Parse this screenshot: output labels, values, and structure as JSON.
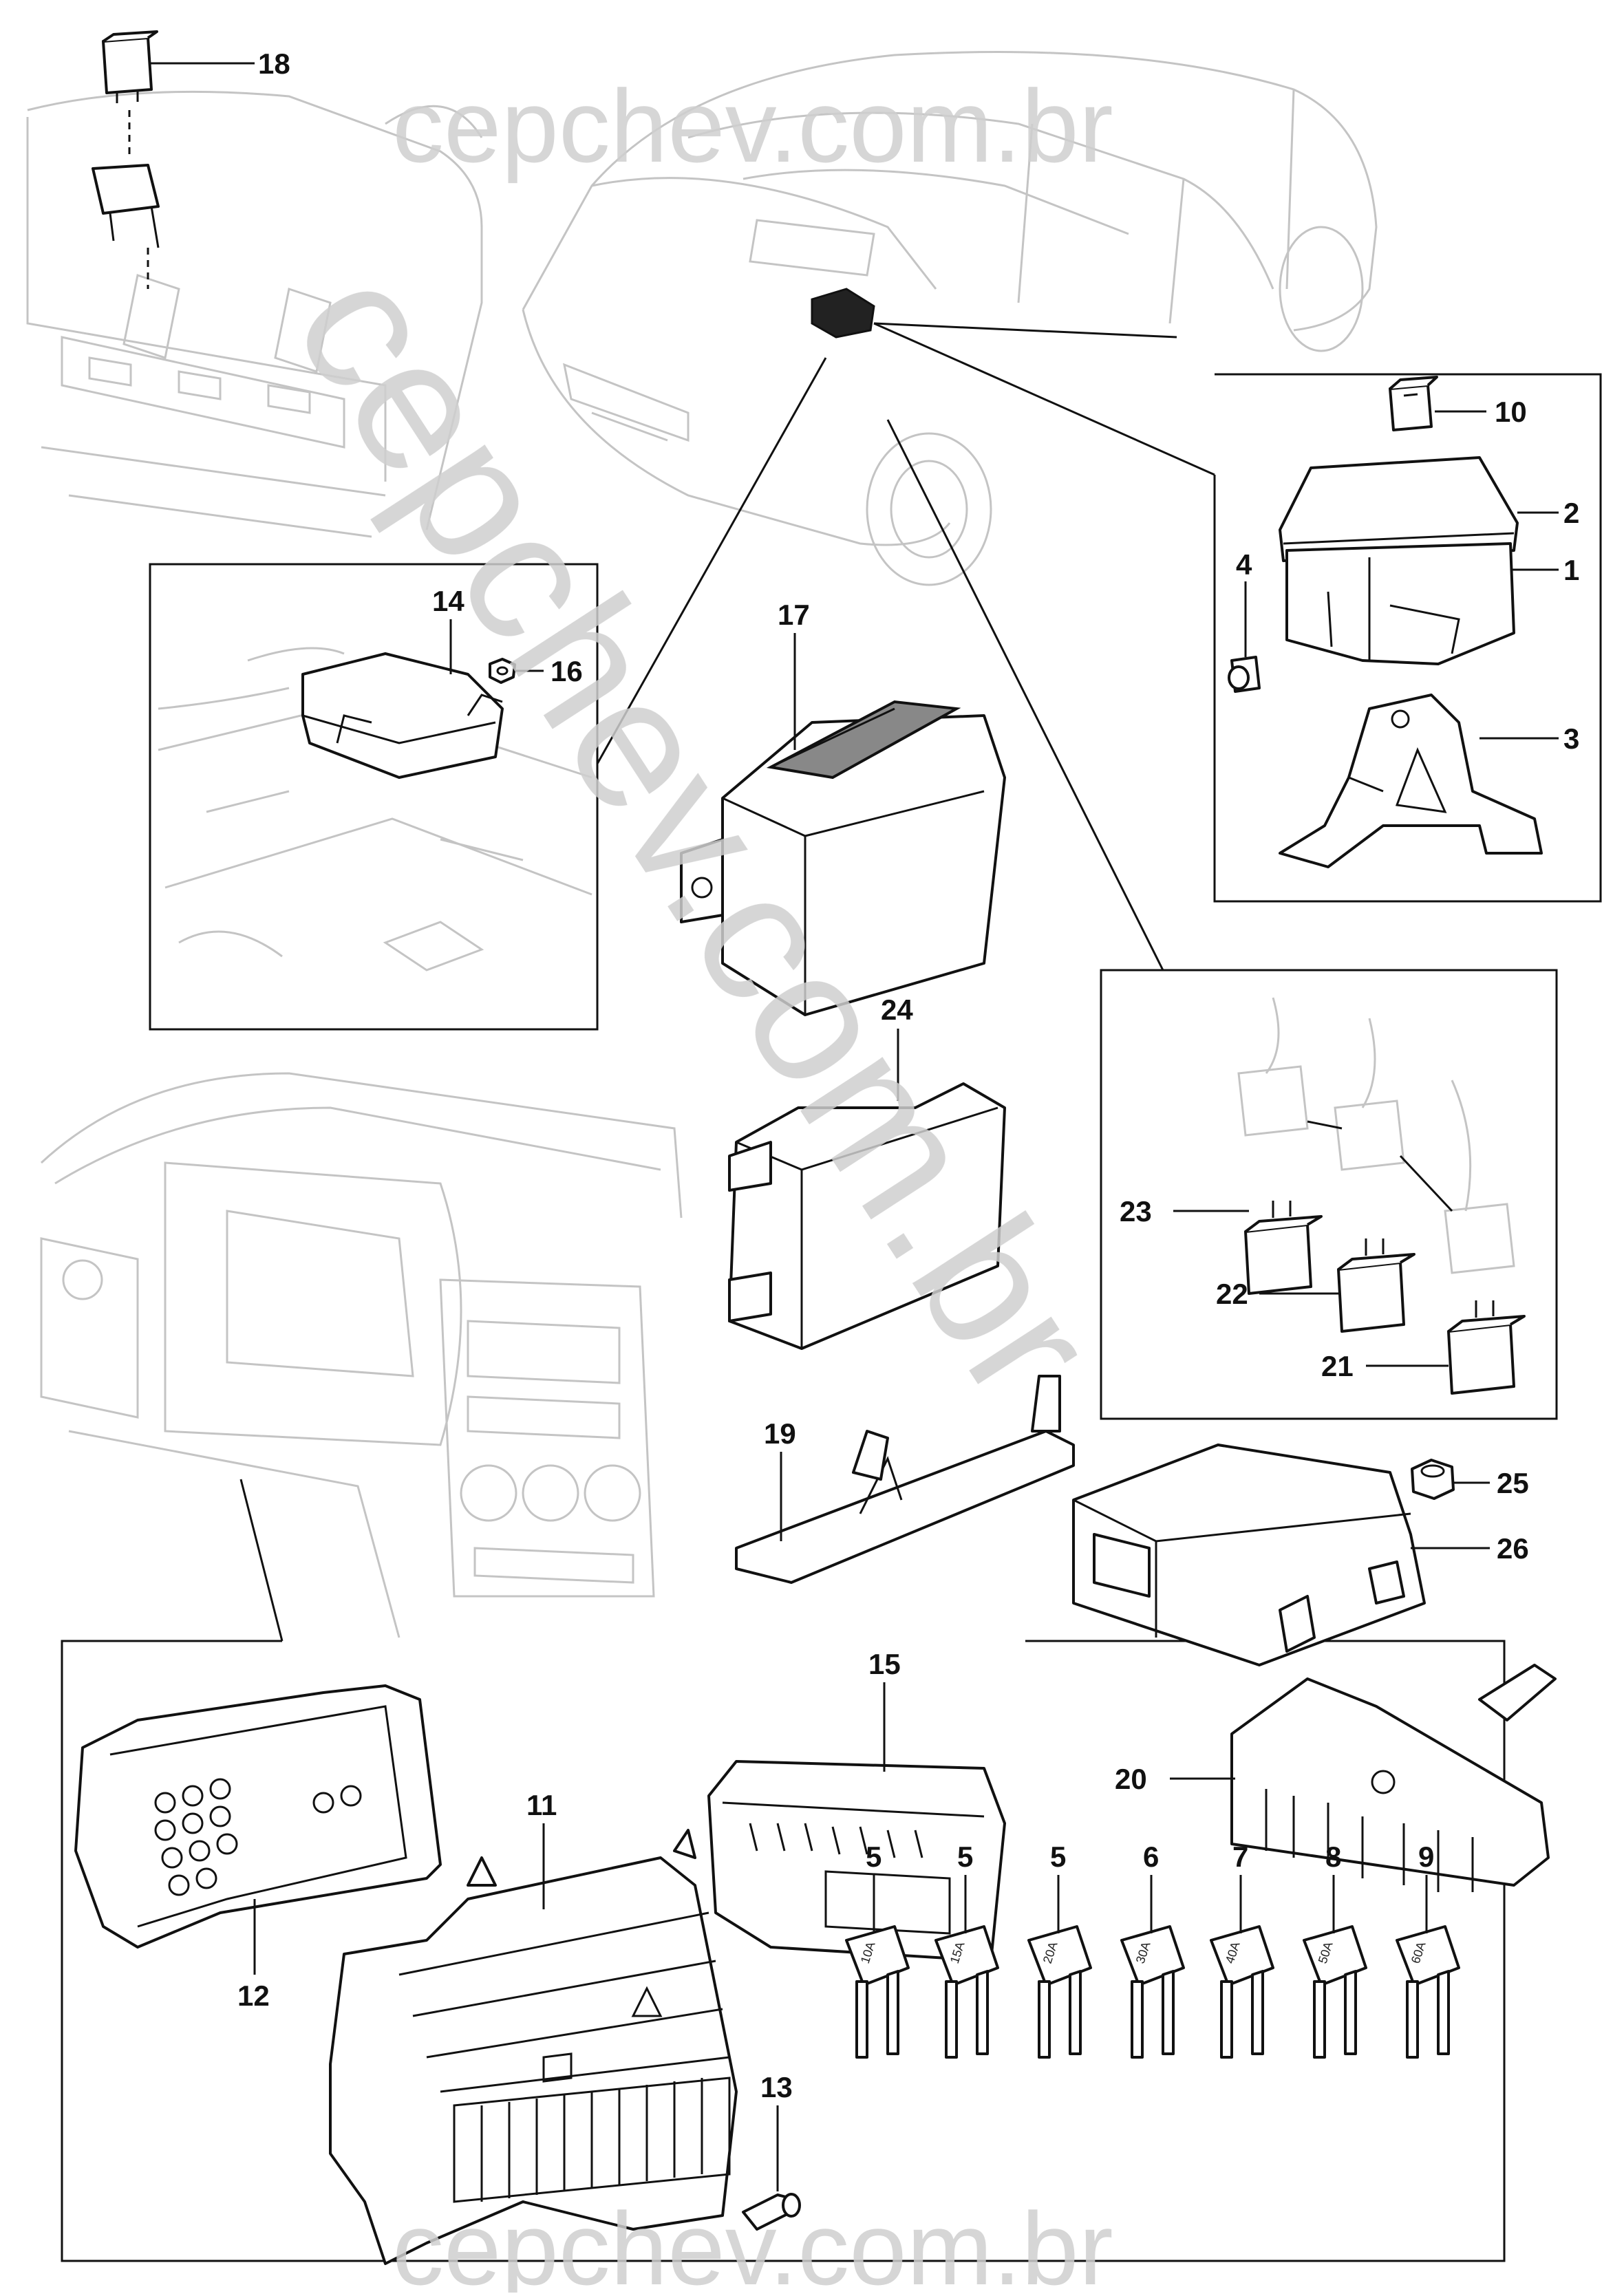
{
  "watermark": {
    "top": "cepchev.com.br",
    "diagonal": "cepchev.com.br",
    "bottom": "cepchev.com.br"
  },
  "callouts": {
    "c1": "1",
    "c2": "2",
    "c3": "3",
    "c4": "4",
    "c5a": "5",
    "c5b": "5",
    "c5c": "5",
    "c6": "6",
    "c7": "7",
    "c8": "8",
    "c9": "9",
    "c10": "10",
    "c11": "11",
    "c12": "12",
    "c13": "13",
    "c14": "14",
    "c15": "15",
    "c16": "16",
    "c17": "17",
    "c18": "18",
    "c19": "19",
    "c20": "20",
    "c21": "21",
    "c22": "22",
    "c23": "23",
    "c24": "24",
    "c25": "25",
    "c26": "26"
  },
  "fuse_labels": {
    "f5a": "10A",
    "f5b": "15A",
    "f5c": "20A",
    "f6": "30A",
    "f7": "40A",
    "f8": "50A",
    "f9": "60A"
  },
  "colors": {
    "line": "#111111",
    "background_art": "#c4c4c4",
    "watermark": "#cfcfcf"
  }
}
